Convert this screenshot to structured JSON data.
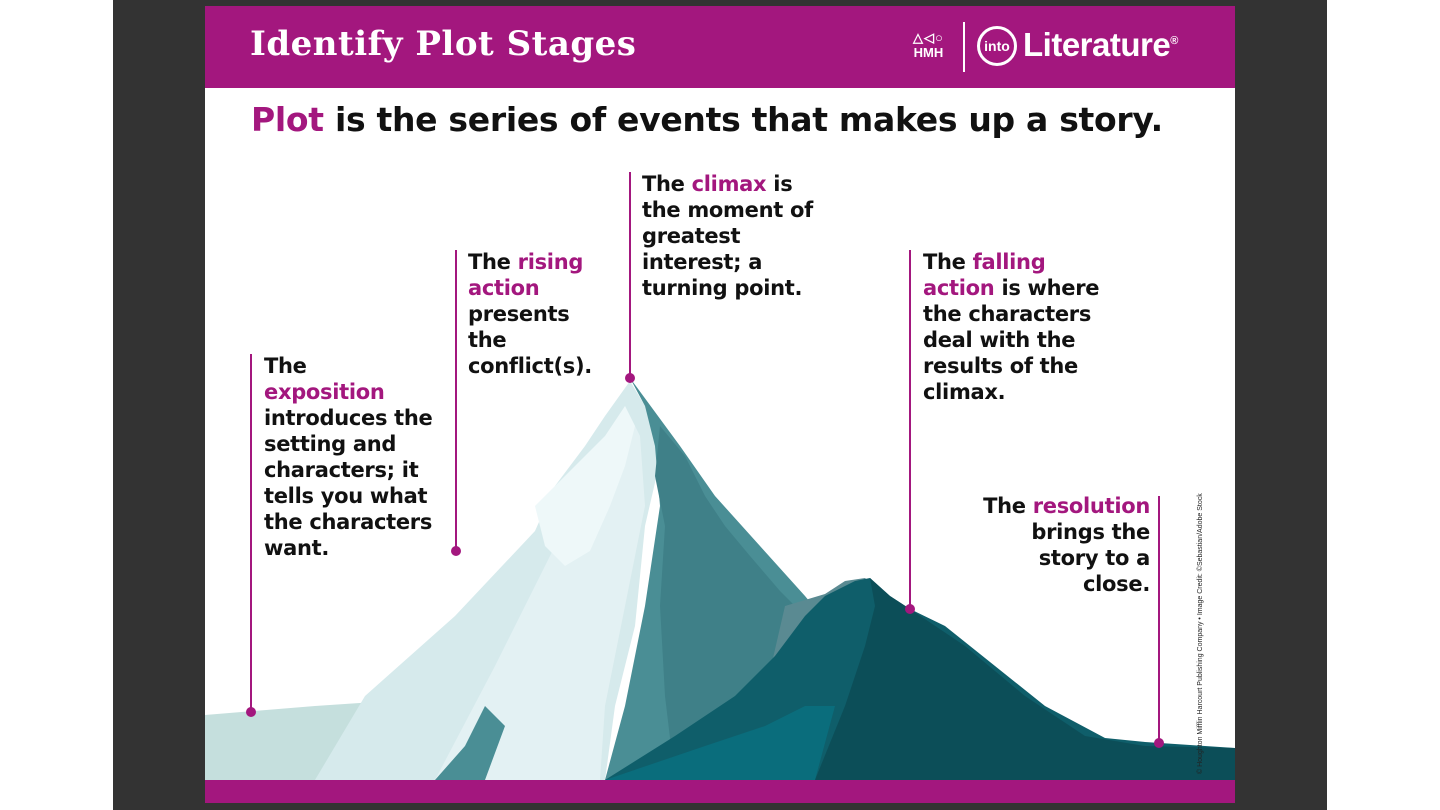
{
  "header": {
    "title": "Identify Plot Stages",
    "hmh_shapes": "△◁○",
    "hmh_text": "HMH",
    "logo_circle": "into",
    "logo_word": "Literature",
    "logo_mark": "®"
  },
  "subtitle": {
    "keyword": "Plot",
    "rest": " is the series of events that makes up a story."
  },
  "stages": {
    "exposition": {
      "pre": "The ",
      "key": "exposition",
      "post": " introduces the setting and characters; it tells you what the characters want."
    },
    "rising": {
      "pre": "The ",
      "key": "rising action",
      "post": " presents the conflict(s)."
    },
    "climax": {
      "pre": "The ",
      "key": "climax",
      "post": " is the moment of greatest interest; a turning point."
    },
    "falling": {
      "pre": "The ",
      "key": "falling action",
      "post": " is where the characters deal with the results of the climax."
    },
    "resolution": {
      "pre": "The ",
      "key": "resolution",
      "post": " brings the story to a close."
    }
  },
  "credit": "© Houghton Mifflin Harcourt Publishing Company • Image Credit: ©Sebastian/Adobe Stock",
  "colors": {
    "accent": "#a3177e",
    "dark_teal": "#0f5e6a",
    "mid_teal": "#4a8e95",
    "light_ice": "#d6eaec"
  }
}
